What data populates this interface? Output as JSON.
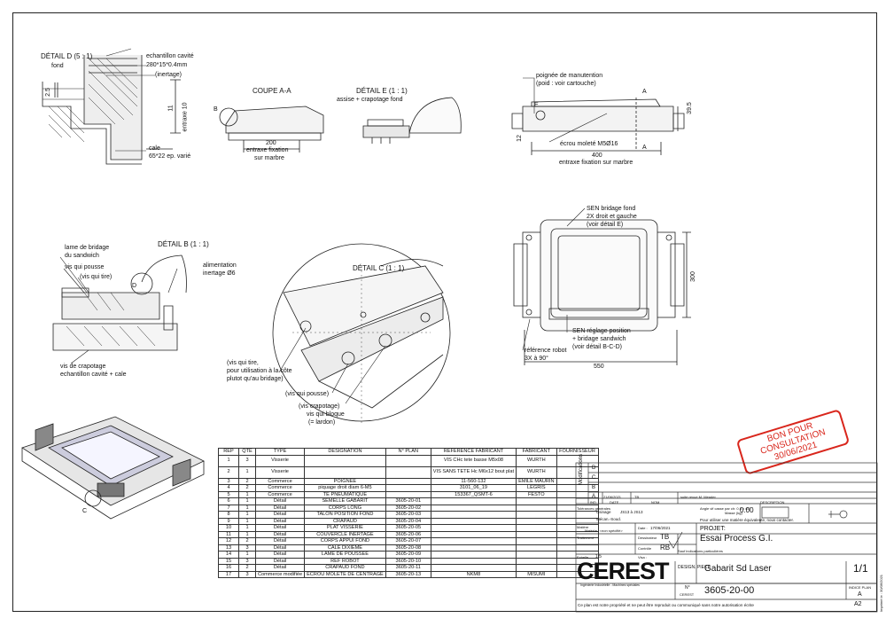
{
  "detail_d": {
    "title": "DÉTAIL D (5 : 1)",
    "fond": "fond",
    "echantillon": "echantillon cavité",
    "dims": "280*15*0.4mm",
    "inertage": "(inertage)",
    "d25": "2.5",
    "d11": "11",
    "entraxe10": "entraxe 10",
    "cale": "cale",
    "cale_dims": "65*22 ep. varié"
  },
  "coupe_aa": {
    "title": "COUPE A-A",
    "b": "B",
    "dim": "200",
    "entraxe": "entraxe fixation",
    "marbre": "sur marbre"
  },
  "detail_e": {
    "title": "DÉTAIL E (1 : 1)",
    "sub": "assise + crapotage fond"
  },
  "top_right": {
    "poignee": "poignée de manutention",
    "poids": "(poid : voir cartouche)",
    "a": "A",
    "e": "E",
    "d395": "39.5",
    "d12": "12",
    "ecrou": "écrou moleté M5Ø16",
    "dim": "400",
    "entraxe": "entraxe fixation sur marbre"
  },
  "detail_b": {
    "title": "DÉTAIL B (1 : 1)",
    "lame": "lame de bridage",
    "du_sandwich": "du sandwich",
    "vis_pousse": "vis qui pousse",
    "vis_tire": "(vis qui tire)",
    "d": "D",
    "alim": "alimentation",
    "inertage": "inertage Ø6",
    "vis_crap": "vis de crapotage",
    "echantillon": "echantillon cavité + cale"
  },
  "detail_c": {
    "title": "DÉTAIL C (1 : 1)",
    "vis_tire": "(vis qui tire,",
    "pour": "pour utilisation à la côte",
    "plutot": "plutot qu'au bridage)",
    "vis_pousse": "(vis qui pousse)",
    "vis_crap": "(vis crapotage)",
    "vis_bloque": "vis qui bloque",
    "lardon": "(= lardon)"
  },
  "plan_view": {
    "sen1": "SEN bridage fond",
    "sen1b": "2X droit et gauche",
    "sen1c": "(voir détail E)",
    "sen2": "SEN réglage position",
    "sen2b": "+ bridage sandwich",
    "sen2c": "(voir détail B-C-D)",
    "ref": "référence robot",
    "ref2": "3X à 90°",
    "d300": "300",
    "d550": "550"
  },
  "iso": {
    "c": "C"
  },
  "bom": {
    "headers": [
      "REP",
      "QTÉ",
      "TYPE",
      "DESIGNATION",
      "N° PLAN",
      "REFERENCE FABRICANT",
      "FABRICANT",
      "FOURNISSEUR"
    ],
    "rows": [
      [
        "1",
        "3",
        "Visserie",
        "",
        "",
        "VIS CHc tete basse M5x08",
        "WURTH",
        ""
      ],
      [
        "2",
        "1",
        "Visserie",
        "",
        "",
        "VIS SANS TETE Hc M6x12 bout plat",
        "WURTH",
        ""
      ],
      [
        "3",
        "2",
        "Commerce",
        "POIGNEE",
        "",
        "11-560-132",
        "EMILE MAURIN",
        ""
      ],
      [
        "4",
        "2",
        "Commerce",
        "piquage droit diam 6-M5",
        "",
        "3101_06_19",
        "LEGRIS",
        ""
      ],
      [
        "5",
        "1",
        "Commerce",
        "TE PNEUMATIQUE",
        "",
        "153367_QSMT-6",
        "FESTO",
        ""
      ],
      [
        "6",
        "1",
        "Détail",
        "SEMELLE GABARIT",
        "3605-20-01",
        "",
        "",
        ""
      ],
      [
        "7",
        "1",
        "Détail",
        "CORPS LONG",
        "3605-20-02",
        "",
        "",
        ""
      ],
      [
        "8",
        "1",
        "Détail",
        "TALON POSITION FOND",
        "3605-20-03",
        "",
        "",
        ""
      ],
      [
        "9",
        "1",
        "Détail",
        "CRAPAUD",
        "3605-20-04",
        "",
        "",
        ""
      ],
      [
        "10",
        "1",
        "Détail",
        "PLAT VISSERIE",
        "3605-20-05",
        "",
        "",
        ""
      ],
      [
        "11",
        "1",
        "Détail",
        "COUVERCLE INERTAGE",
        "3605-20-06",
        "",
        "",
        ""
      ],
      [
        "12",
        "2",
        "Détail",
        "CORPS APPUI FOND",
        "3605-20-07",
        "",
        "",
        ""
      ],
      [
        "13",
        "3",
        "Détail",
        "CALE DIXIEME",
        "3605-20-08",
        "",
        "",
        ""
      ],
      [
        "14",
        "1",
        "Détail",
        "LAME DE POUSSEE",
        "3605-20-09",
        "",
        "",
        ""
      ],
      [
        "15",
        "3",
        "Détail",
        "REF ROBOT",
        "3605-20-10",
        "",
        "",
        ""
      ],
      [
        "16",
        "2",
        "Détail",
        "CRAPAUD FOND",
        "3605-20-11",
        "",
        "",
        ""
      ],
      [
        "17",
        "3",
        "Commerce modifiée",
        "ECROU MOLETE DE CENTRAGE",
        "3605-20-13",
        "NKM8",
        "MISUMI",
        ""
      ]
    ]
  },
  "stamp": {
    "l1": "BON POUR",
    "l2": "CONSULTATION",
    "l3": "30/06/2021"
  },
  "cartouche": {
    "modifications": "Modifications",
    "rev_d": "D",
    "rev_c": "C",
    "rev_b": "B",
    "rev_a": "A",
    "date_a": "21/06/2021",
    "author_a": "TB",
    "desc_a": "suite revue M. Meader",
    "ind": "IND.",
    "date": "DATE",
    "nom": "NOM",
    "description": "DESCRIPTION",
    "tol": "Tolérances générales",
    "usinage": "Usinage",
    "js13": "JS13 à JS13",
    "mecan": "Mécan.-Soud.",
    "ang": "Angle vif casse par ch: 0.5 x 45°",
    "masse": "Masse (kg)",
    "masse_val": "0.00",
    "pour": "Pour utiliser une matière équivalente, nous contacter.",
    "matiere": "Matière",
    "matiere_val": "Matériau <non spécifié>",
    "traitement": "Traitement",
    "date_lbl": "Date :",
    "date_val": "17/06/2021",
    "dessinateur": "Dessinateur",
    "dess_val": "TB",
    "controle": "Contrôle",
    "ctrl_val": "RB",
    "visa": "Visa :",
    "sauf": "Sauf indications particulières",
    "echelle": "Echelle",
    "ech_val": "1:5",
    "projet": "PROJET:",
    "projet_val": "Essai Process G.I.",
    "logo": "CEREST",
    "logo_sub": "Ingénierie Industrielle - Machines spéciales",
    "designation_lbl": "DESIGN. PIECE",
    "designation": "Gabarit Sd Laser",
    "sheet": "1/1",
    "n_lbl": "N°",
    "n_lbl2": "CEREST",
    "number": "3605-20-00",
    "indice_lbl": "INDICE PLAN",
    "indice": "A",
    "format": "A2",
    "footer": "Ce plan est notre propriété et ne peut être reproduit ou communiqué sans notre autorisation écrite",
    "side": "Imprimé le : 30/06/2021"
  }
}
